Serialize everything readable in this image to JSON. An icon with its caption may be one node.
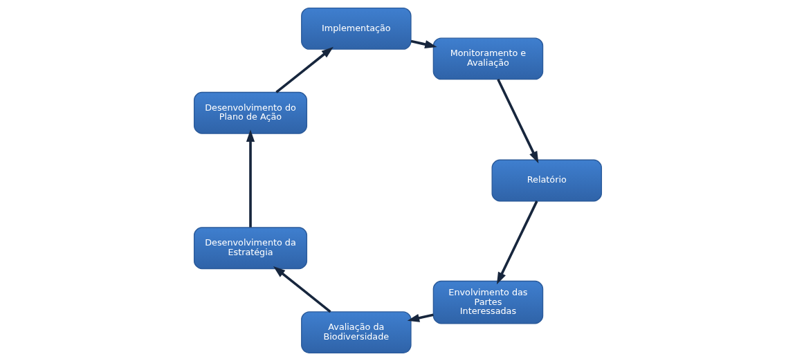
{
  "diagram": {
    "nodes": [
      {
        "text": [
          "Envolvimento das Partes Interessadas"
        ]
      },
      {
        "text": [
          "Avaliação da Biodiversidade"
        ]
      },
      {
        "text": [
          "Desenvolvimento da Estratégia"
        ]
      },
      {
        "text": [
          "Desenvolvimento do Plano de Ação"
        ]
      },
      {
        "text": [
          "Implementação"
        ]
      },
      {
        "text": [
          "Monitoramento e Avaliação"
        ]
      },
      {
        "text": [
          "Relatório"
        ]
      }
    ],
    "edges": [
      {
        "from": 0,
        "to": 1,
        "arrow": "to"
      },
      {
        "from": 1,
        "to": 2,
        "arrow": "to"
      },
      {
        "from": 2,
        "to": 3,
        "arrow": "to"
      },
      {
        "from": 3,
        "to": 4,
        "arrow": "to"
      },
      {
        "from": 4,
        "to": 5,
        "arrow": "to"
      },
      {
        "from": 5,
        "to": 6,
        "arrow": "to"
      },
      {
        "from": 6,
        "to": 0,
        "arrow": "to"
      }
    ]
  }
}
